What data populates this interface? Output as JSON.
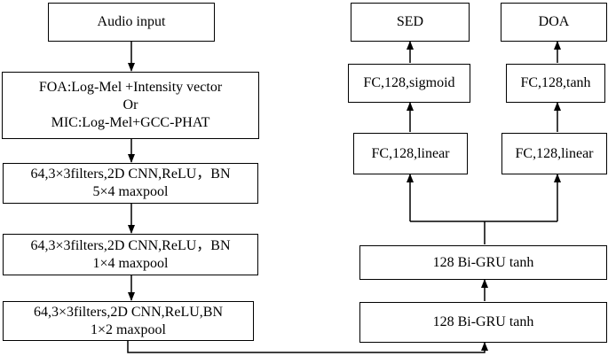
{
  "diagram": {
    "input": {
      "label": "Audio input"
    },
    "features": {
      "line1": "FOA:Log-Mel +Intensity vector",
      "line2": "Or",
      "line3": "MIC:Log-Mel+GCC-PHAT"
    },
    "cnn_blocks": [
      {
        "line1": "64,3×3filters,2D CNN,ReLU，BN",
        "line2": "5×4  maxpool"
      },
      {
        "line1": "64,3×3filters,2D CNN,ReLU，BN",
        "line2": "1×4  maxpool"
      },
      {
        "line1": "64,3×3filters,2D CNN,ReLU,BN",
        "line2": "1×2  maxpool"
      }
    ],
    "gru_blocks": [
      {
        "label": "128 Bi-GRU tanh"
      },
      {
        "label": "128 Bi-GRU tanh"
      }
    ],
    "sed_branch": {
      "linear": "FC,128,linear",
      "activation": "FC,128,sigmoid",
      "output": "SED"
    },
    "doa_branch": {
      "linear": "FC,128,linear",
      "activation": "FC,128,tanh",
      "output": "DOA"
    },
    "colors": {
      "stroke": "#000000",
      "background": "#ffffff"
    }
  }
}
